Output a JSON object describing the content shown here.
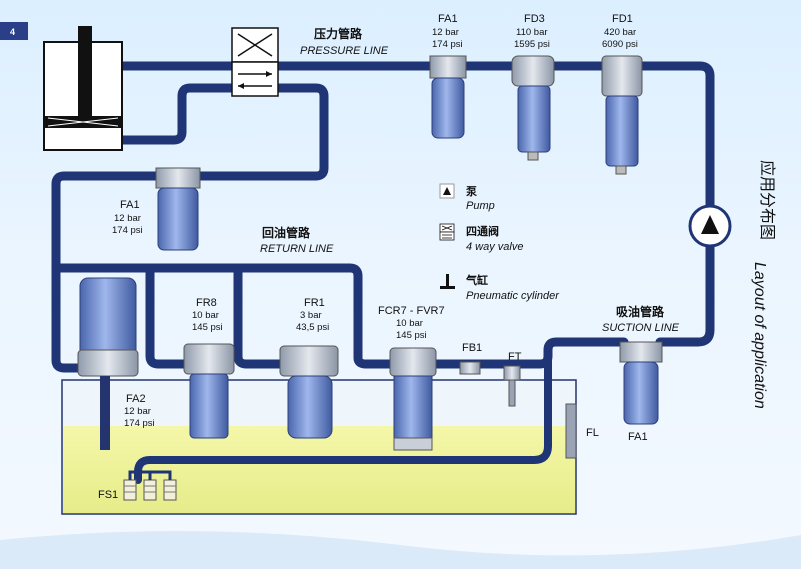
{
  "page_number": "4",
  "side_title_cn": "应用分布图",
  "side_title_en": "Layout of application",
  "lines": {
    "pressure": {
      "cn": "压力管路",
      "en": "PRESSURE LINE"
    },
    "return": {
      "cn": "回油管路",
      "en": "RETURN LINE"
    },
    "suction": {
      "cn": "吸油管路",
      "en": "SUCTION LINE"
    }
  },
  "legend": [
    {
      "icon": "pump-icon",
      "cn": "泵",
      "en": "Pump"
    },
    {
      "icon": "four-way-valve-icon",
      "cn": "四通阀",
      "en": "4 way valve"
    },
    {
      "icon": "pneumatic-cylinder-icon",
      "cn": "气缸",
      "en": "Pneumatic cylinder"
    }
  ],
  "filters": {
    "fa1_pressure": {
      "name": "FA1",
      "p1": "12 bar",
      "p2": "174 psi"
    },
    "fd3": {
      "name": "FD3",
      "p1": "110 bar",
      "p2": "1595 psi"
    },
    "fd1": {
      "name": "FD1",
      "p1": "420 bar",
      "p2": "6090 psi"
    },
    "fa1_left": {
      "name": "FA1",
      "p1": "12 bar",
      "p2": "174 psi"
    },
    "fa2": {
      "name": "FA2",
      "p1": "12 bar",
      "p2": "174 psi"
    },
    "fr8": {
      "name": "FR8",
      "p1": "10 bar",
      "p2": "145 psi"
    },
    "fr1": {
      "name": "FR1",
      "p1": "3 bar",
      "p2": "43,5 psi"
    },
    "fcr7": {
      "name": "FCR7 - FVR7",
      "p1": "10 bar",
      "p2": "145 psi"
    },
    "fa1_suction": {
      "name": "FA1"
    }
  },
  "components": {
    "fb1": "FB1",
    "ft": "FT",
    "fl": "FL",
    "fs1": "FS1"
  },
  "colors": {
    "pipe": "#1f3576",
    "pipe_fill": "#2b4494",
    "oil": "#eef296",
    "filter_body": "#6f8fd0"
  }
}
